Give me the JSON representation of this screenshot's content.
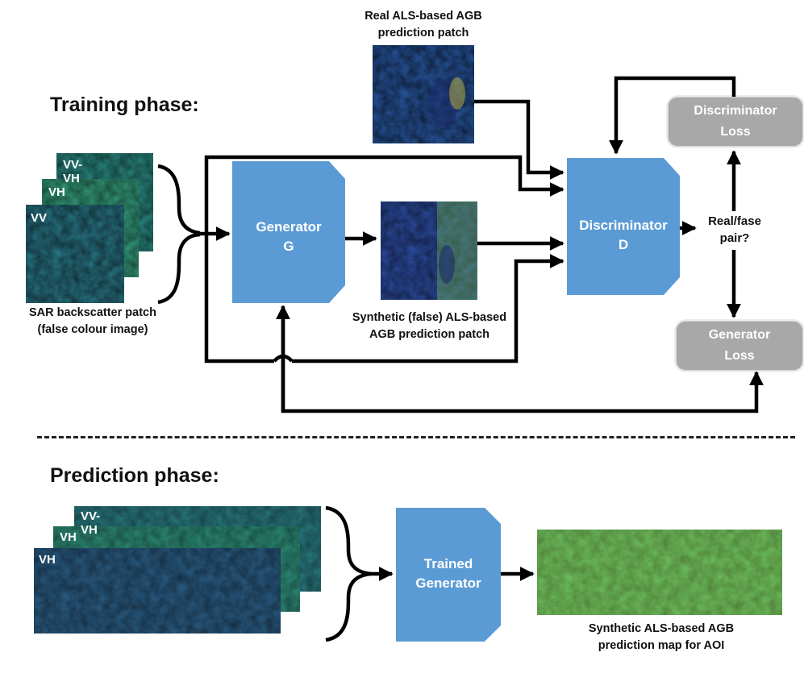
{
  "training": {
    "title": "Training phase:",
    "sar_layers": [
      "VV-VH",
      "VH",
      "VV"
    ],
    "sar_caption": [
      "SAR backscatter patch",
      "(false colour image)"
    ],
    "real_caption": [
      "Real ALS-based AGB",
      "prediction patch"
    ],
    "generator": [
      "Generator",
      "G"
    ],
    "synthetic_caption": [
      "Synthetic (false) ALS-based",
      "AGB prediction patch"
    ],
    "discriminator": [
      "Discriminator",
      "D"
    ],
    "real_fake_label": [
      "Real/fase",
      "pair?"
    ],
    "disc_loss": [
      "Discriminator",
      "Loss"
    ],
    "gen_loss": [
      "Generator",
      "Loss"
    ]
  },
  "prediction": {
    "title": "Prediction phase:",
    "sar_layers": [
      "VV-VH",
      "VH",
      "VH"
    ],
    "trained_generator": [
      "Trained",
      "Generator"
    ],
    "output_caption": [
      "Synthetic ALS-based AGB",
      "prediction map for AOI"
    ]
  },
  "colors": {
    "box_blue": "#5b9bd5",
    "loss_gray": "#a8a8a8",
    "arrow": "#000000",
    "viridis_dark": "#2b3c8a",
    "viridis_mid": "#2c9a8d",
    "viridis_light": "#a8d844"
  }
}
